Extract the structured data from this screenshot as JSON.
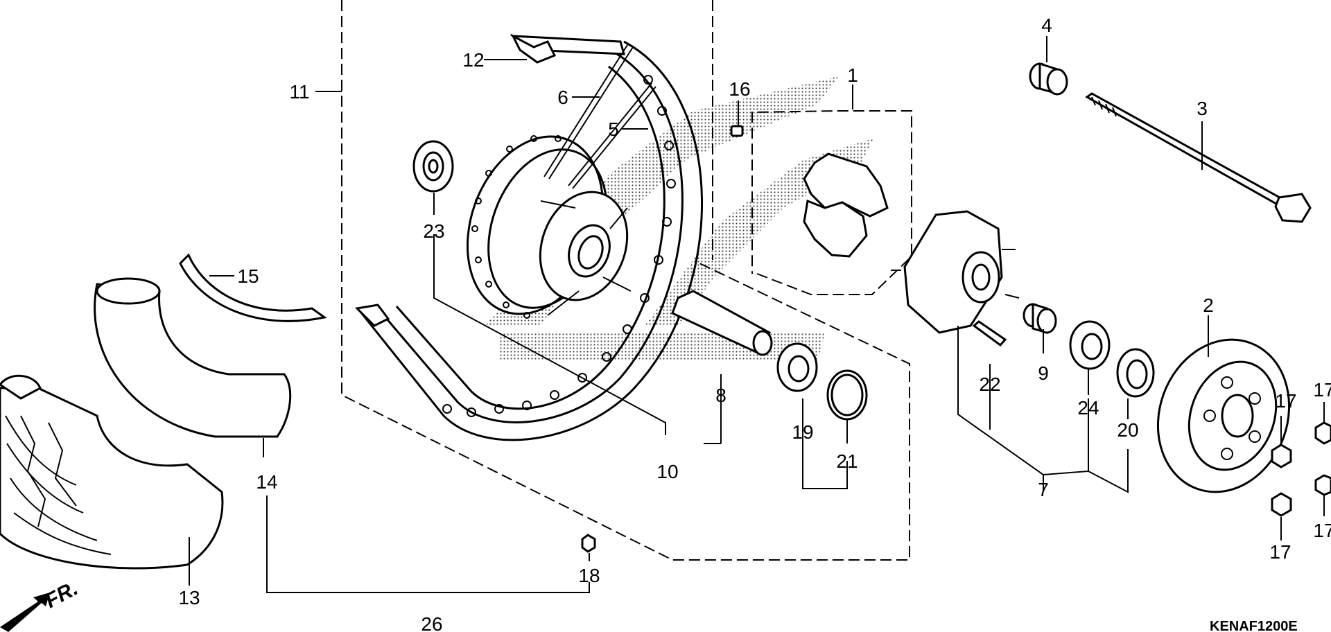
{
  "diagram": {
    "callouts": [
      "1",
      "2",
      "3",
      "4",
      "5",
      "6",
      "7",
      "8",
      "9",
      "10",
      "11",
      "12",
      "13",
      "14",
      "15",
      "16",
      "17",
      "17",
      "17",
      "17",
      "17",
      "18",
      "19",
      "20",
      "21",
      "22",
      "22",
      "23",
      "24",
      "26"
    ],
    "diagram_code": "KENAF1200E",
    "front_marker": "FR."
  }
}
